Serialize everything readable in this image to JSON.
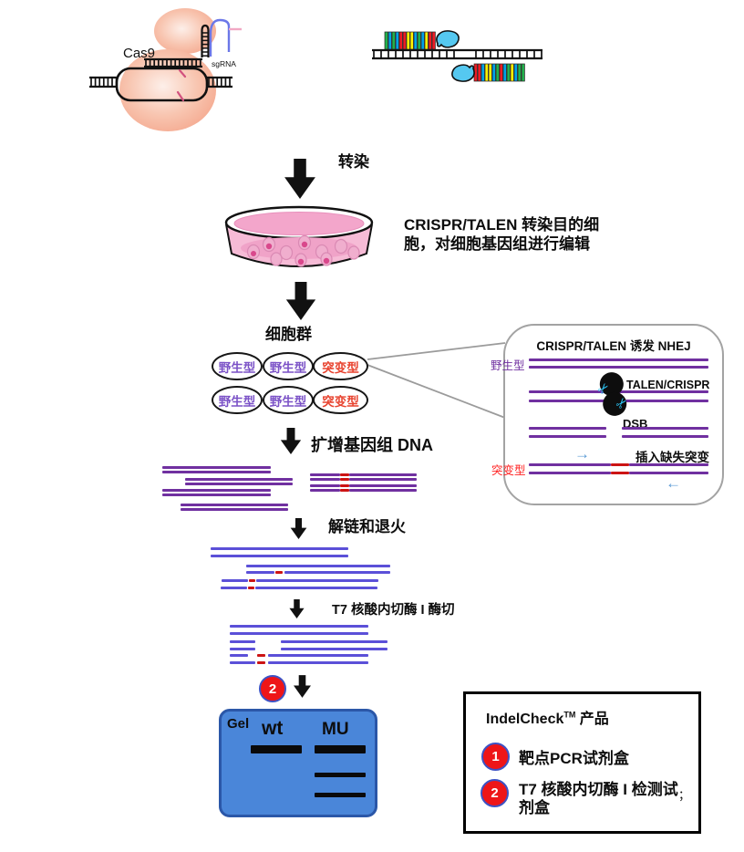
{
  "top_graphics": {
    "cas9_label": "Cas9",
    "sgrna_label": "sgRNA"
  },
  "flow": {
    "transfect_label": "转染",
    "transfect_desc": [
      "CRISPR/TALEN 转染目的细",
      "胞，对细胞基因组进行编辑"
    ],
    "cell_population_label": "细胞群",
    "amplify_label": "扩增基因组 DNA",
    "denature_label": "解链和退火",
    "t7_label": "T7 核酸内切酶 I 酶切",
    "step2_badge": "2"
  },
  "cells": {
    "wild": "野生型",
    "mutant": "突变型"
  },
  "nhej": {
    "title": "CRISPR/TALEN 诱发 NHEJ",
    "wild_label": "野生型",
    "talen_label": "TALEN/CRISPR",
    "dsb_label": "DSB",
    "indel_label": "插入缺失突变",
    "mutant_label": "突变型"
  },
  "gel": {
    "label": "Gel",
    "lane_wt": "wt",
    "lane_mu": "MU",
    "bands": [
      [
        32,
        37,
        56,
        9
      ],
      [
        102,
        37,
        56,
        9
      ],
      [
        102,
        67,
        56,
        5
      ],
      [
        102,
        89,
        56,
        5
      ]
    ]
  },
  "products": {
    "brand": "IndelCheck",
    "brand_tm": "TM",
    "title_suffix": " 产品",
    "items": [
      {
        "num": "1",
        "lines": [
          "靶点PCR试剂盒",
          ""
        ]
      },
      {
        "num": "2",
        "lines": [
          "T7 核酸内切酶 I 检测试",
          "剂盒"
        ]
      }
    ],
    "stray_punct": "；"
  },
  "icons": {
    "scissors": "✂",
    "arrow_right": "→",
    "arrow_left": "←"
  },
  "colors": {
    "purple_dna": "#7030A0",
    "violet_dna": "#5B50D8",
    "red_mark": "#CC1414",
    "gel_fill": "#4A86D9",
    "gel_border": "#2B57A8",
    "badge_red": "#EE1518",
    "badge_ring": "#3D52C4",
    "wild_text": "#7B52C7",
    "mutant_text": "#E8432F",
    "blue_arrow": "#5B9BD5",
    "band_black": "#0A0A0A"
  },
  "talen": {
    "top_stripes": [
      "#22B14C",
      "#00A2E8",
      "#22B14C",
      "#00A2E8",
      "#ED1C24",
      "#ED1C24",
      "#FFF200",
      "#FFF200",
      "#00A2E8",
      "#22B14C",
      "#00A2E8",
      "#FFF200",
      "#ED1C24",
      "#ED1C24"
    ],
    "bottom_stripes": [
      "#ED1C24",
      "#ED1C24",
      "#00A2E8",
      "#FFF200",
      "#FFF200",
      "#00A2E8",
      "#22B14C",
      "#ED1C24",
      "#00A2E8",
      "#22B14C",
      "#FFF200",
      "#00A2E8",
      "#22B14C",
      "#22B14C"
    ]
  },
  "segments": [
    [
      178,
      511,
      119,
      "p"
    ],
    [
      178,
      516,
      119,
      "p"
    ],
    [
      203,
      524,
      118,
      "p"
    ],
    [
      203,
      529,
      118,
      "p"
    ],
    [
      178,
      536,
      119,
      "p"
    ],
    [
      178,
      541,
      119,
      "p"
    ],
    [
      198,
      552,
      118,
      "p"
    ],
    [
      198,
      557,
      118,
      "p"
    ],
    [
      340,
      519,
      33,
      "p"
    ],
    [
      373,
      519,
      10,
      "r"
    ],
    [
      383,
      519,
      74,
      "p"
    ],
    [
      340,
      524,
      33,
      "p"
    ],
    [
      373,
      524,
      10,
      "r"
    ],
    [
      383,
      524,
      74,
      "p"
    ],
    [
      340,
      531,
      33,
      "p"
    ],
    [
      373,
      531,
      10,
      "r"
    ],
    [
      383,
      531,
      74,
      "p"
    ],
    [
      340,
      536,
      33,
      "p"
    ],
    [
      373,
      536,
      10,
      "r"
    ],
    [
      383,
      536,
      74,
      "p"
    ],
    [
      231,
      600,
      151,
      "v"
    ],
    [
      231,
      608,
      151,
      "v"
    ],
    [
      270,
      619,
      158,
      "v"
    ],
    [
      270,
      626,
      31,
      "v"
    ],
    [
      302,
      626,
      8,
      "r"
    ],
    [
      312,
      626,
      116,
      "v"
    ],
    [
      243,
      635,
      29,
      "v"
    ],
    [
      273,
      635,
      7,
      "r"
    ],
    [
      281,
      635,
      134,
      "v"
    ],
    [
      242,
      643,
      29,
      "v"
    ],
    [
      272,
      643,
      7,
      "r"
    ],
    [
      280,
      643,
      134,
      "v"
    ],
    [
      252,
      685,
      152,
      "v"
    ],
    [
      252,
      693,
      152,
      "v"
    ],
    [
      252,
      702,
      28,
      "v"
    ],
    [
      308,
      702,
      117,
      "v"
    ],
    [
      252,
      710,
      28,
      "v"
    ],
    [
      308,
      710,
      117,
      "v"
    ],
    [
      252,
      717,
      20,
      "v"
    ],
    [
      282,
      717,
      9,
      "r"
    ],
    [
      294,
      717,
      110,
      "v"
    ],
    [
      252,
      725,
      28,
      "v"
    ],
    [
      282,
      725,
      9,
      "r"
    ],
    [
      294,
      725,
      110,
      "v"
    ],
    [
      580,
      393,
      197,
      "p"
    ],
    [
      580,
      401,
      197,
      "p"
    ],
    [
      580,
      428,
      197,
      "p"
    ],
    [
      580,
      438,
      197,
      "p"
    ],
    [
      580,
      468,
      85,
      "p"
    ],
    [
      682,
      468,
      95,
      "p"
    ],
    [
      580,
      477,
      85,
      "p"
    ],
    [
      682,
      477,
      95,
      "p"
    ],
    [
      580,
      508,
      90,
      "p"
    ],
    [
      670,
      508,
      20,
      "r"
    ],
    [
      690,
      508,
      87,
      "p"
    ],
    [
      580,
      517,
      90,
      "p"
    ],
    [
      670,
      517,
      20,
      "r"
    ],
    [
      690,
      517,
      87,
      "p"
    ]
  ]
}
